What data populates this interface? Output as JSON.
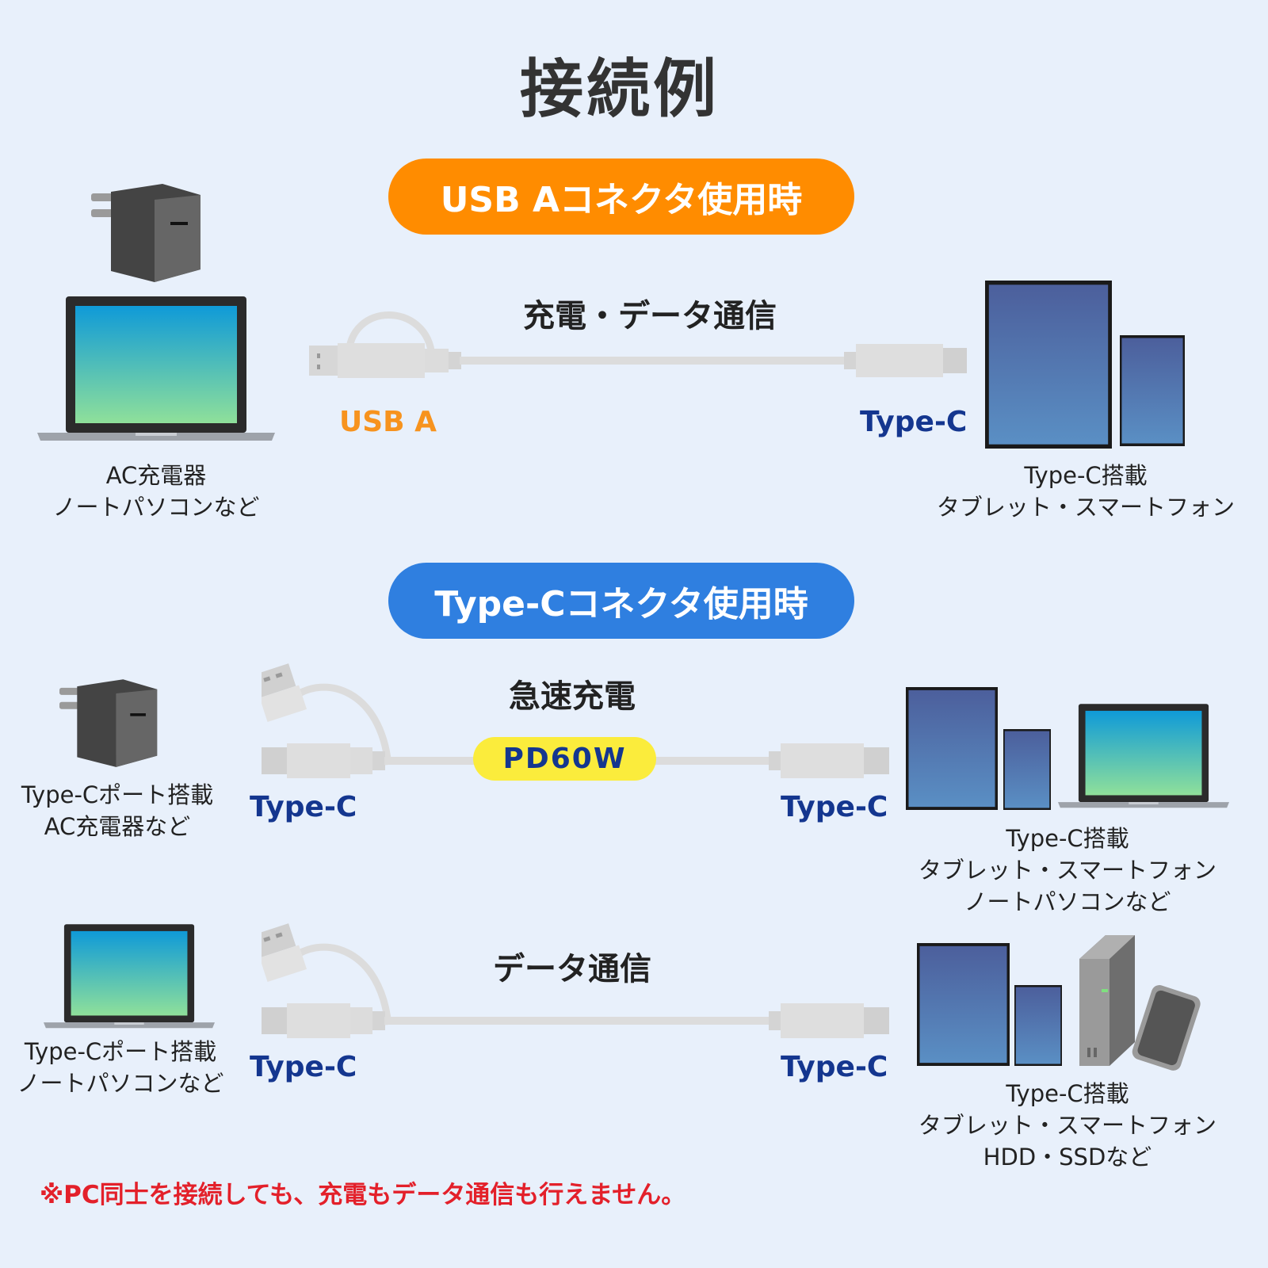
{
  "title": "接続例",
  "section_usb_a": {
    "header": "USB Aコネクタ使用時",
    "usage": "充電・データ通信",
    "left_connector": "USB A",
    "right_connector": "Type-C",
    "left_device_lines": [
      "AC充電器",
      "ノートパソコンなど"
    ],
    "right_device_lines": [
      "Type-C搭載",
      "タブレット・スマートフォン"
    ]
  },
  "section_type_c": {
    "header": "Type-Cコネクタ使用時",
    "fast_charge": {
      "usage": "急速充電",
      "badge": "PD60W",
      "left_connector": "Type-C",
      "right_connector": "Type-C",
      "left_device_lines": [
        "Type-Cポート搭載",
        "AC充電器など"
      ],
      "right_device_lines": [
        "Type-C搭載",
        "タブレット・スマートフォン",
        "ノートパソコンなど"
      ]
    },
    "data": {
      "usage": "データ通信",
      "left_connector": "Type-C",
      "right_connector": "Type-C",
      "left_device_lines": [
        "Type-Cポート搭載",
        "ノートパソコンなど"
      ],
      "right_device_lines": [
        "Type-C搭載",
        "タブレット・スマートフォン",
        "HDD・SSDなど"
      ]
    }
  },
  "note": "※PC同士を接続しても、充電もデータ通信も行えません。",
  "colors": {
    "background": "#e8f0fb",
    "orange": "#ff8c00",
    "blue": "#2f7fe0",
    "navy": "#14368f",
    "yellow": "#fbec3c",
    "red": "#e3202a"
  }
}
